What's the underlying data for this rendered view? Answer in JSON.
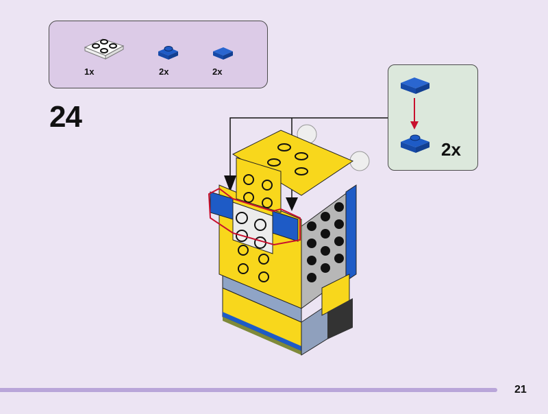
{
  "parts_list": {
    "items": [
      {
        "name": "white-plate-2x2",
        "qty": "1x",
        "color": "#ffffff"
      },
      {
        "name": "blue-plate-1x1",
        "qty": "2x",
        "color": "#1e5bc6"
      },
      {
        "name": "blue-tile-1x1",
        "qty": "2x",
        "color": "#1e5bc6"
      }
    ]
  },
  "step_number": "24",
  "callout": {
    "qty": "2x"
  },
  "page_number": "21",
  "colors": {
    "yellow": "#f8d71c",
    "blue": "#1e5bc6",
    "highlight": "#c8102e",
    "background": "#ece4f3"
  }
}
